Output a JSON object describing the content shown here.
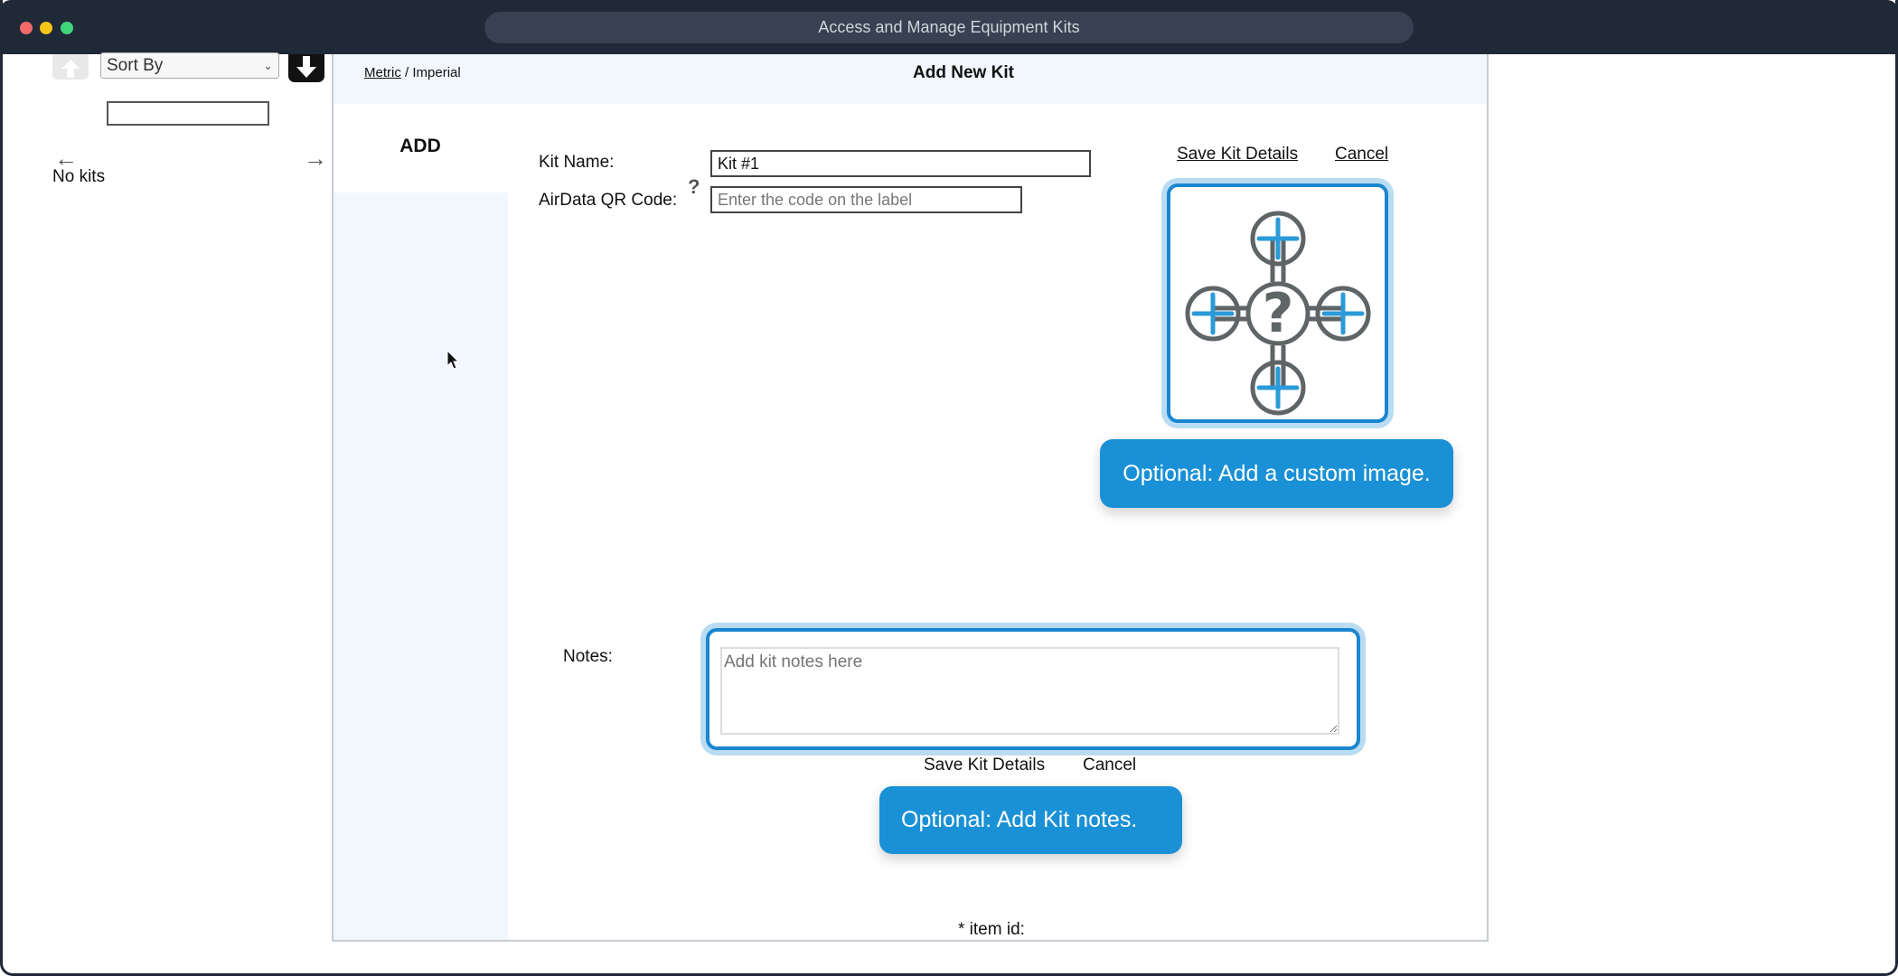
{
  "window": {
    "title": "Access and Manage Equipment Kits"
  },
  "sidebar": {
    "sort_label": "Sort By",
    "search_value": "",
    "prev_icon": "arrow-left-icon",
    "next_icon": "arrow-right-icon",
    "empty_text": "No kits"
  },
  "header": {
    "unit_metric": "Metric",
    "unit_sep": " / ",
    "unit_imperial": "Imperial",
    "title": "Add New Kit"
  },
  "tabs": {
    "add": "ADD"
  },
  "form": {
    "kit_name_label": "Kit Name:",
    "kit_name_value": "Kit #1",
    "qr_label": "AirData QR Code:",
    "qr_help": "?",
    "qr_placeholder": "Enter the code on the label",
    "save_label": "Save Kit Details",
    "cancel_label": "Cancel",
    "notes_label": "Notes:",
    "notes_placeholder": "Add kit notes here",
    "item_id_label": "* item id:"
  },
  "tooltips": {
    "image": "Optional: Add a custom image.",
    "notes": "Optional: Add Kit notes."
  },
  "colors": {
    "accent": "#1a91d6",
    "titlebar": "#1f2937",
    "panel_bg": "#f2f7fd"
  }
}
